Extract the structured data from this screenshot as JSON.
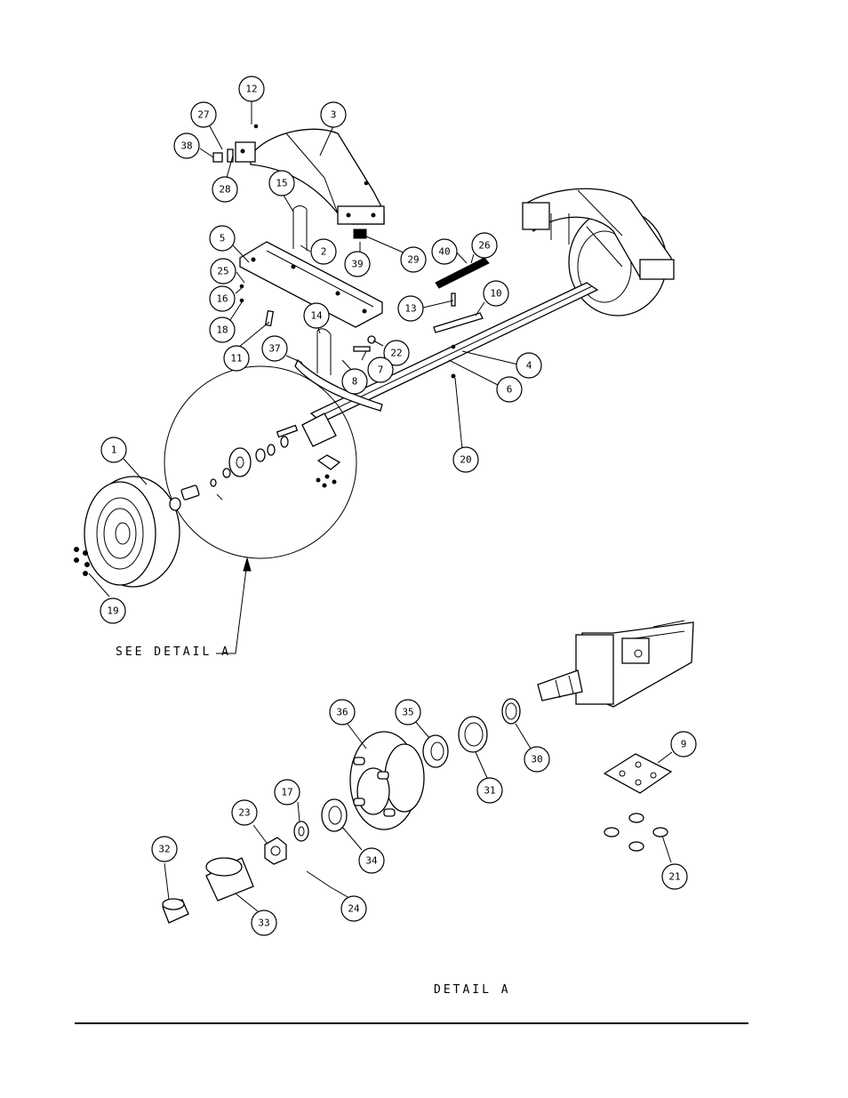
{
  "captions": {
    "see_detail": "SEE DETAIL  A",
    "detail": "DETAIL  A"
  },
  "callouts": [
    "1",
    "2",
    "3",
    "4",
    "5",
    "6",
    "7",
    "8",
    "9",
    "10",
    "11",
    "12",
    "13",
    "14",
    "15",
    "16",
    "17",
    "18",
    "19",
    "20",
    "21",
    "22",
    "23",
    "24",
    "25",
    "26",
    "27",
    "28",
    "29",
    "30",
    "31",
    "32",
    "33",
    "34",
    "35",
    "36",
    "37",
    "38",
    "39",
    "40"
  ]
}
